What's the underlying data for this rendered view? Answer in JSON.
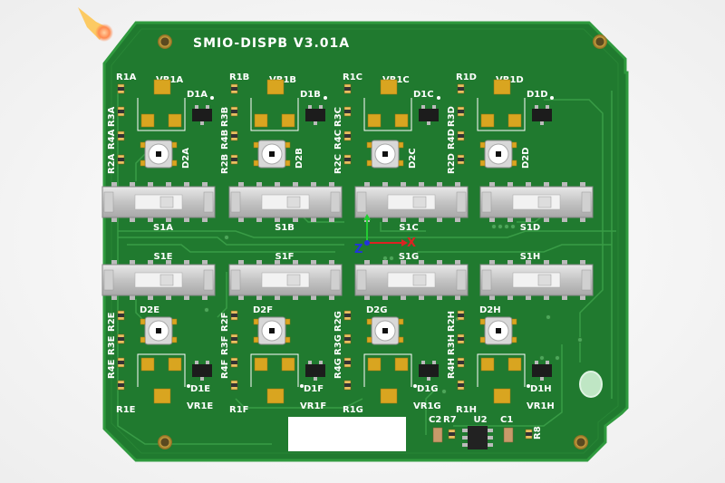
{
  "board": {
    "title": "SMIO-DISPB V3.01A",
    "colors": {
      "pcb": "#1f7a2e",
      "pcb_dark": "#16601f",
      "pcb_edge": "#2e8f3c",
      "trace": "#3a9a47",
      "pad_gold": "#d9a520",
      "silkscreen": "#ffffff",
      "switch_body": "#c8c8c8",
      "chip": "#222222"
    }
  },
  "channels": [
    {
      "id": "A",
      "r1": "R1A",
      "vr": "VR1A",
      "d1": "D1A",
      "r3": "R3A",
      "r4": "R4A",
      "r2": "R2A",
      "d2": "D2A",
      "s1": "S1A"
    },
    {
      "id": "B",
      "r1": "R1B",
      "vr": "VR1B",
      "d1": "D1B",
      "r3": "R3B",
      "r4": "R4B",
      "r2": "R2B",
      "d2": "D2B",
      "s1": "S1B"
    },
    {
      "id": "C",
      "r1": "R1C",
      "vr": "VR1C",
      "d1": "D1C",
      "r3": "R3C",
      "r4": "R4C",
      "r2": "R2C",
      "d2": "D2C",
      "s1": "S1C"
    },
    {
      "id": "D",
      "r1": "R1D",
      "vr": "VR1D",
      "d1": "D1D",
      "r3": "R3D",
      "r4": "R4D",
      "r2": "R2D",
      "d2": "D2D",
      "s1": "S1D"
    },
    {
      "id": "E",
      "r1": "R1E",
      "vr": "VR1E",
      "d1": "D1E",
      "r3": "R3E",
      "r4": "R4E",
      "r2": "R2E",
      "d2": "D2E",
      "s1": "S1E"
    },
    {
      "id": "F",
      "r1": "R1F",
      "vr": "VR1F",
      "d1": "D1F",
      "r3": "R3F",
      "r4": "R4F",
      "r2": "R2F",
      "d2": "D2F",
      "s1": "S1F"
    },
    {
      "id": "G",
      "r1": "R1G",
      "vr": "VR1G",
      "d1": "D1G",
      "r3": "R3G",
      "r4": "R4G",
      "r2": "R2G",
      "d2": "D2G",
      "s1": "S1G"
    },
    {
      "id": "H",
      "r1": "R1H",
      "vr": "VR1H",
      "d1": "D1H",
      "r3": "R3H",
      "r4": "R4H",
      "r2": "R2H",
      "d2": "D2H",
      "s1": "S1H"
    }
  ],
  "extra_parts": {
    "c2": "C2",
    "r7": "R7",
    "u2": "U2",
    "c1": "C1",
    "r8": "R8"
  },
  "axes": {
    "x": "X",
    "z": "Z"
  }
}
